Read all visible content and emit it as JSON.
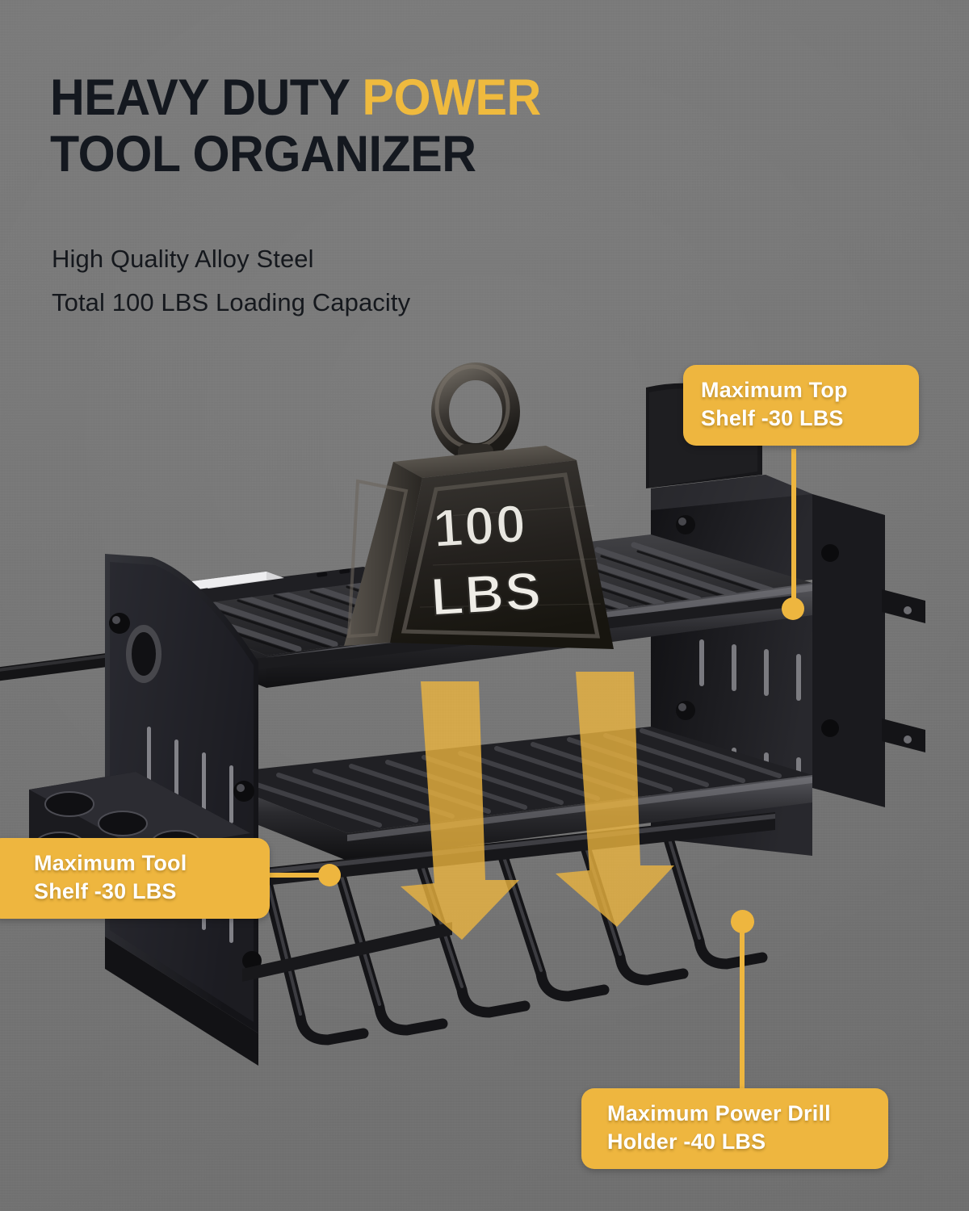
{
  "background": {
    "color": "#767676"
  },
  "header": {
    "title_line1_plain": "HEAVY DUTY ",
    "title_line1_accent": "POWER",
    "title_line2": "TOOL ORGANIZER",
    "accent_color": "#efba3e",
    "text_color": "#14181f",
    "subtitle_line1": "High Quality Alloy Steel",
    "subtitle_line2": "Total 100 LBS Loading Capacity"
  },
  "callouts": [
    {
      "id": "top-shelf",
      "text": "Maximum Top\nShelf -30 LBS",
      "color": "#eeb63f",
      "text_color": "#ffffff",
      "leader": "vertical-down"
    },
    {
      "id": "tool-shelf",
      "text": "Maximum Tool\nShelf -30 LBS",
      "color": "#eeb63f",
      "text_color": "#ffffff",
      "leader": "horizontal-right"
    },
    {
      "id": "drill-holder",
      "text": "Maximum Power Drill\nHolder -40 LBS",
      "color": "#eeb63f",
      "text_color": "#ffffff",
      "leader": "vertical-up"
    }
  ],
  "product": {
    "name": "wall-mounted power tool organizer rack",
    "finish": "matte black alloy steel",
    "weight_block": {
      "label_line1": "100",
      "label_line2": "LBS",
      "shape": "trapezoid weight with eye ring"
    },
    "load_arrows": {
      "count": 2,
      "direction": "down",
      "color": "#eeb63f",
      "opacity": 0.78
    },
    "parts": [
      "top shelf grid",
      "middle tool shelf grid",
      "drill holder hooks",
      "left side panel with tool sockets",
      "right side panel with slots",
      "power strip"
    ]
  }
}
